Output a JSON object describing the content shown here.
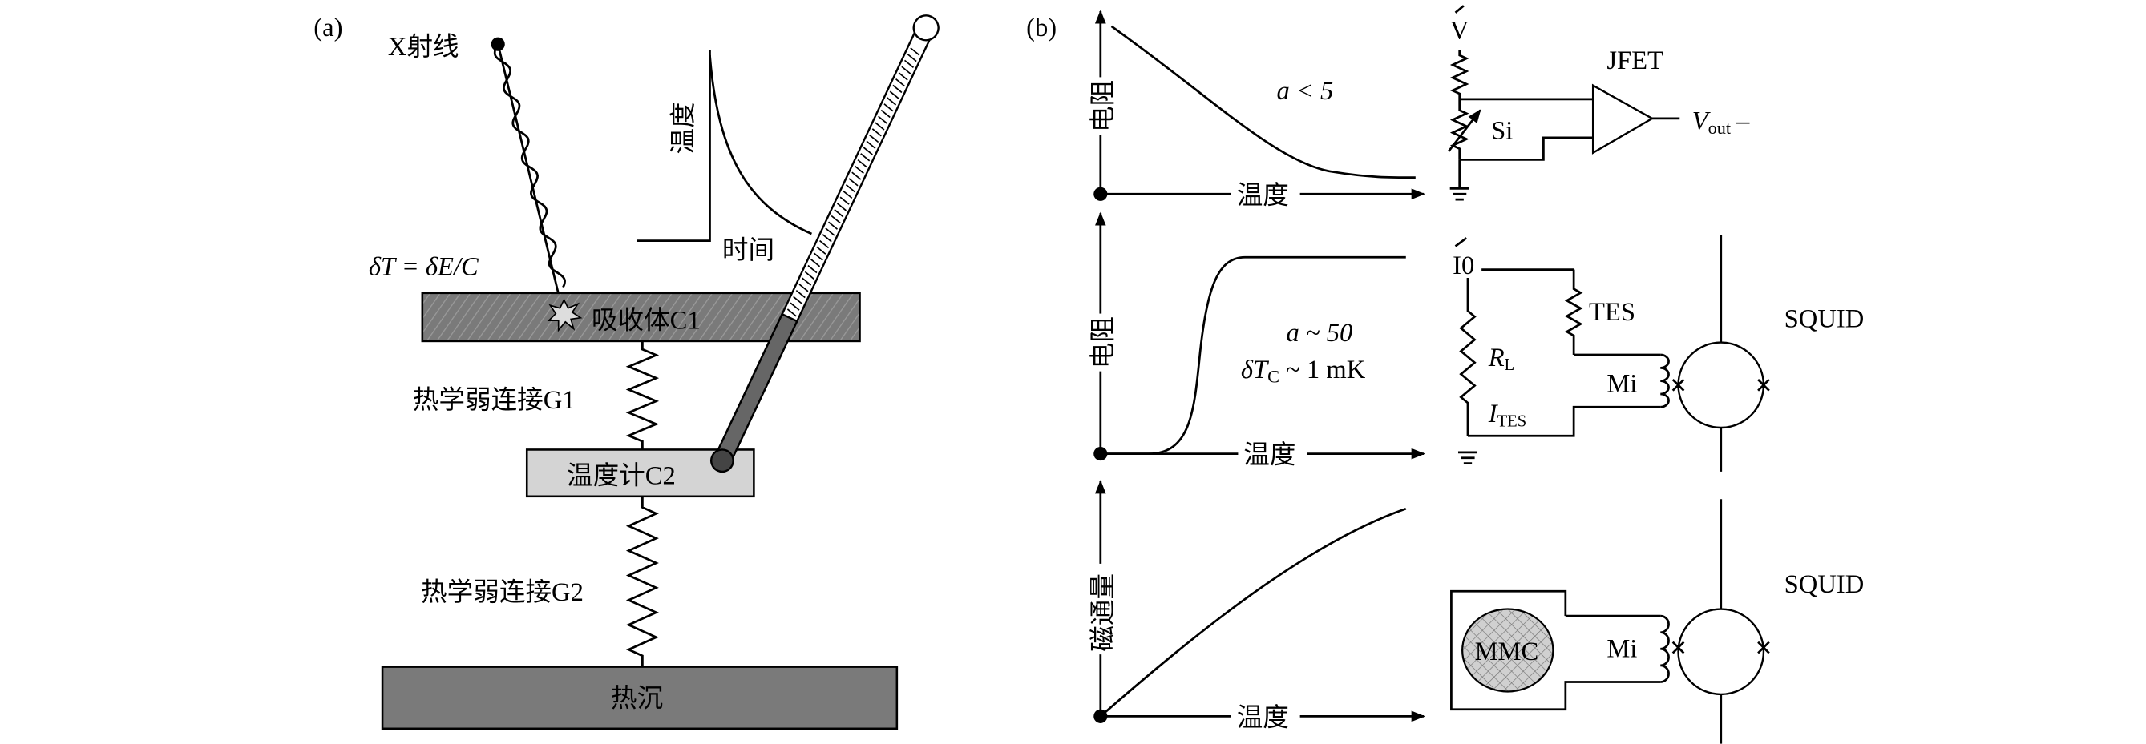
{
  "panel_a": {
    "label": "(a)",
    "xray": "X射线",
    "formula": "δT = δE/C",
    "absorber": "吸收体C1",
    "link1": "热学弱连接G1",
    "thermometer": "温度计C2",
    "link2": "热学弱连接G2",
    "heatsink": "热沉",
    "inset_y": "温度",
    "inset_x": "时间"
  },
  "panel_b": {
    "label": "(b)",
    "row1": {
      "ylabel": "电阻",
      "xlabel": "温度",
      "alpha": "a < 5",
      "bias": "V",
      "sensor": "Si",
      "amp": "JFET",
      "out_main": "V",
      "out_sub": "out",
      "out_dash": "–"
    },
    "row2": {
      "ylabel": "电阻",
      "xlabel": "温度",
      "alpha": "a ~ 50",
      "dtc_main": "δT",
      "dtc_sub": "C",
      "dtc_rest": " ~ 1 mK",
      "bias": "I0",
      "tes": "TES",
      "rl_main": "R",
      "rl_sub": "L",
      "ites_main": "I",
      "ites_sub": "TES",
      "coil": "Mi",
      "squid": "SQUID"
    },
    "row3": {
      "ylabel": "磁通量",
      "xlabel": "温度",
      "sensor": "MMC",
      "coil": "Mi",
      "squid": "SQUID"
    }
  }
}
